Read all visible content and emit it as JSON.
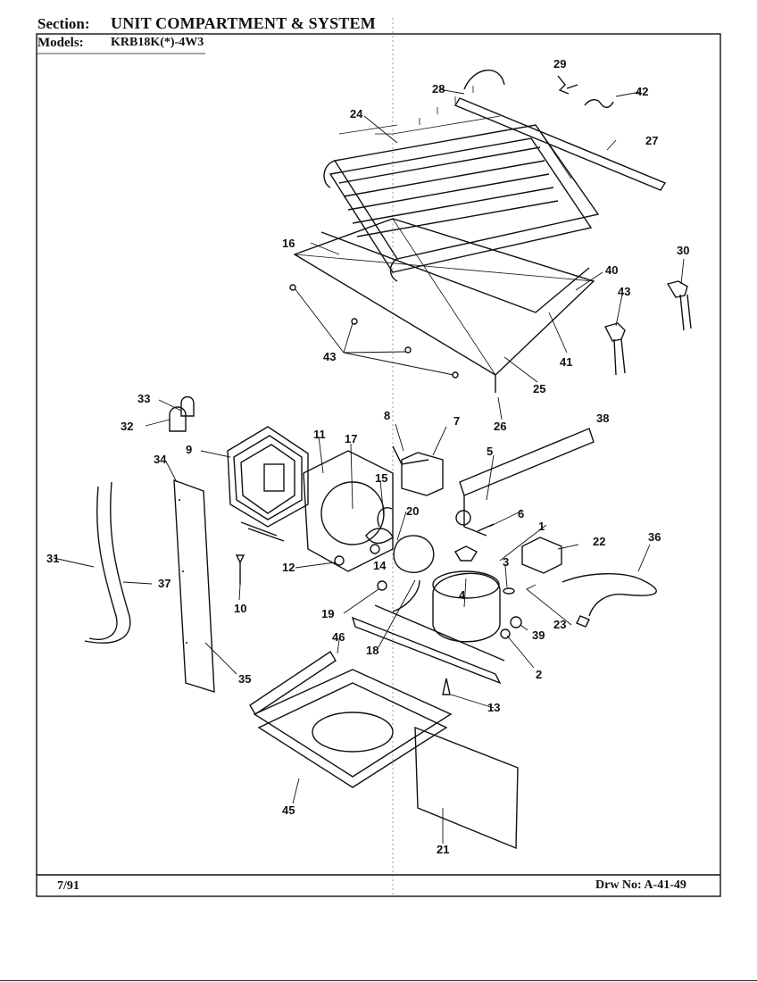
{
  "header": {
    "section_label": "Section:",
    "section_value": "UNIT COMPARTMENT & SYSTEM",
    "models_label": "Models:",
    "models_value": "KRB18K(*)-4W3"
  },
  "footer": {
    "date": "7/91",
    "drawing_number": "Drw No: A-41-49"
  },
  "callouts": [
    "1",
    "2",
    "3",
    "4",
    "5",
    "6",
    "7",
    "8",
    "9",
    "10",
    "11",
    "12",
    "13",
    "14",
    "15",
    "16",
    "17",
    "18",
    "19",
    "20",
    "21",
    "22",
    "23",
    "24",
    "25",
    "26",
    "27",
    "28",
    "29",
    "30",
    "31",
    "32",
    "33",
    "34",
    "35",
    "36",
    "37",
    "38",
    "39",
    "40",
    "41",
    "42",
    "43",
    "45",
    "46"
  ]
}
